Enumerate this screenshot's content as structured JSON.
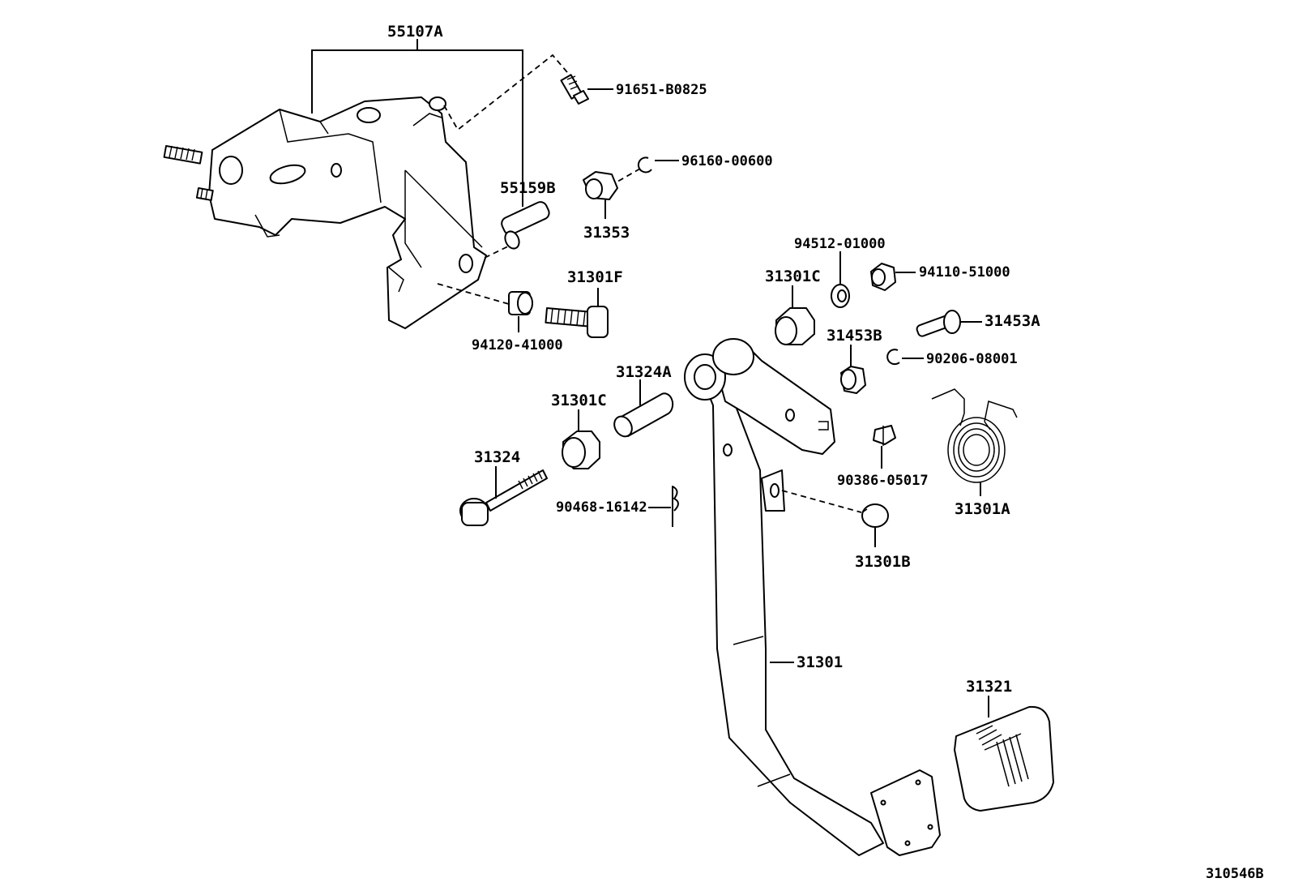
{
  "figure_id": "310546B",
  "labels": {
    "p55107A": "55107A",
    "p91651_B0825": "91651-B0825",
    "p96160_00600": "96160-00600",
    "p55159B": "55159B",
    "p31353": "31353",
    "p31301F": "31301F",
    "p94120_41000": "94120-41000",
    "p94512_01000": "94512-01000",
    "p94110_51000": "94110-51000",
    "p31301C_top": "31301C",
    "p31453B": "31453B",
    "p31453A": "31453A",
    "p90206_08001": "90206-08001",
    "p31324A": "31324A",
    "p31301C_left": "31301C",
    "p31324": "31324",
    "p90468_16142": "90468-16142",
    "p90386_05017": "90386-05017",
    "p31301A": "31301A",
    "p31301B": "31301B",
    "p31301": "31301",
    "p31321": "31321"
  }
}
